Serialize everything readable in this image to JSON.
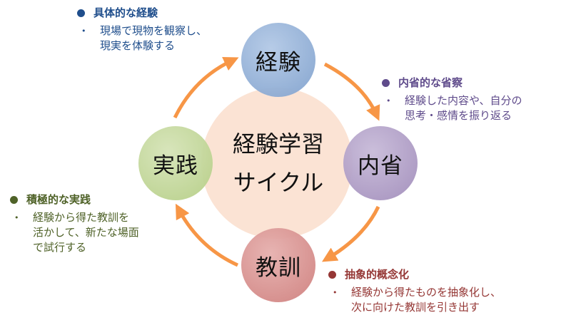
{
  "center": {
    "line1": "経験学習",
    "line2": "サイクル"
  },
  "nodes": {
    "experience": {
      "label": "経験",
      "color": "#95B3D7"
    },
    "reflection": {
      "label": "内省",
      "color": "#B3A2C7"
    },
    "lesson": {
      "label": "教訓",
      "color": "#D99694"
    },
    "practice": {
      "label": "実践",
      "color": "#C3D69B"
    }
  },
  "center_color": "#FBE3D4",
  "arrow_color": "#F79646",
  "notes": {
    "experience": {
      "title": "具体的な経験",
      "color": "#1F4E8C",
      "lines": [
        "現場で現物を観察し、",
        "現実を体験する"
      ]
    },
    "reflection": {
      "title": "内省的な省察",
      "color": "#5F4B8B",
      "lines": [
        "経験した内容や、自分の",
        "思考・感情を振り返る"
      ]
    },
    "lesson": {
      "title": "抽象的概念化",
      "color": "#953735",
      "lines": [
        "経験から得たものを抽象化し、",
        "次に向けた教訓を引き出す"
      ]
    },
    "practice": {
      "title": "積極的な実践",
      "color": "#4F6228",
      "lines": [
        "経験から得た教訓を",
        "活かして、新たな場面",
        "で試行する"
      ]
    }
  }
}
